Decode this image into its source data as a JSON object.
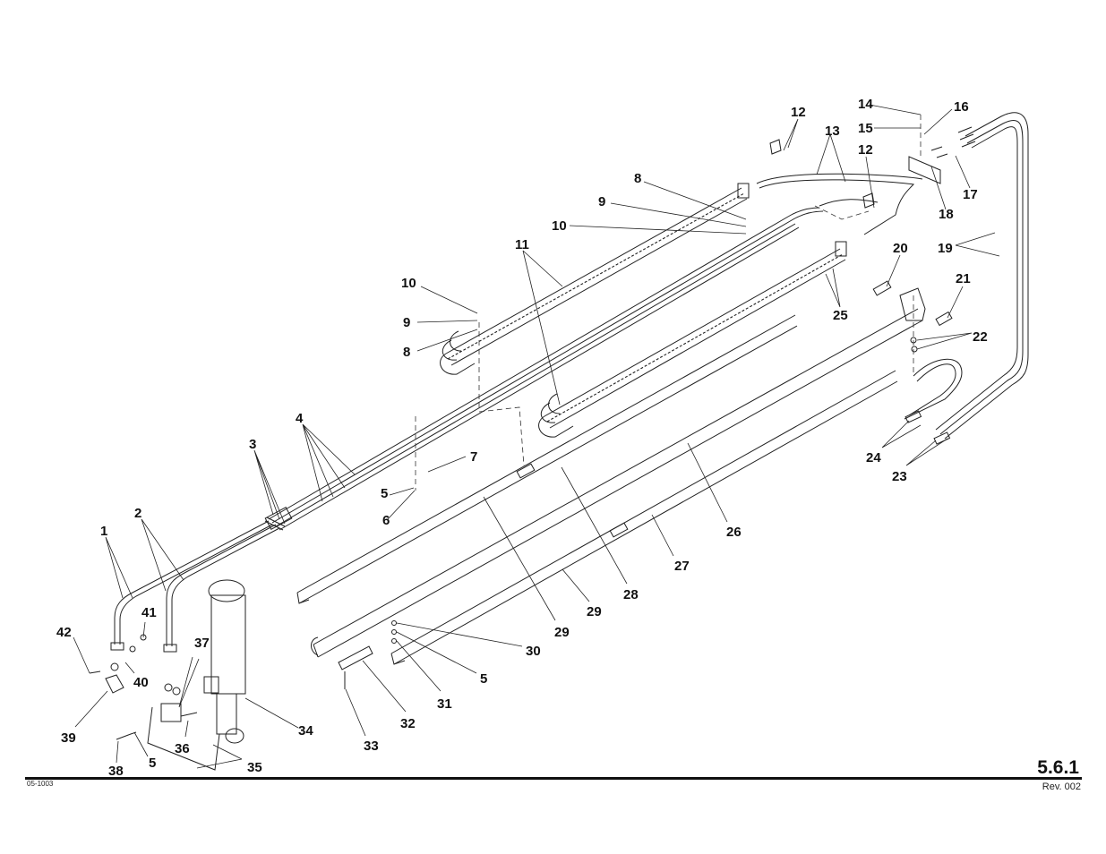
{
  "drawing": {
    "page_number": "5.6.1",
    "doc_code": "05-1003",
    "revision": "Rev. 002"
  },
  "callouts": [
    "1",
    "2",
    "3",
    "4",
    "5",
    "6",
    "7",
    "8",
    "9",
    "10",
    "11",
    "12",
    "13",
    "14",
    "15",
    "16",
    "17",
    "18",
    "19",
    "20",
    "21",
    "22",
    "23",
    "24",
    "25",
    "26",
    "27",
    "28",
    "29",
    "30",
    "31",
    "32",
    "33",
    "34",
    "35",
    "36",
    "37",
    "38",
    "39",
    "40",
    "41",
    "42"
  ]
}
